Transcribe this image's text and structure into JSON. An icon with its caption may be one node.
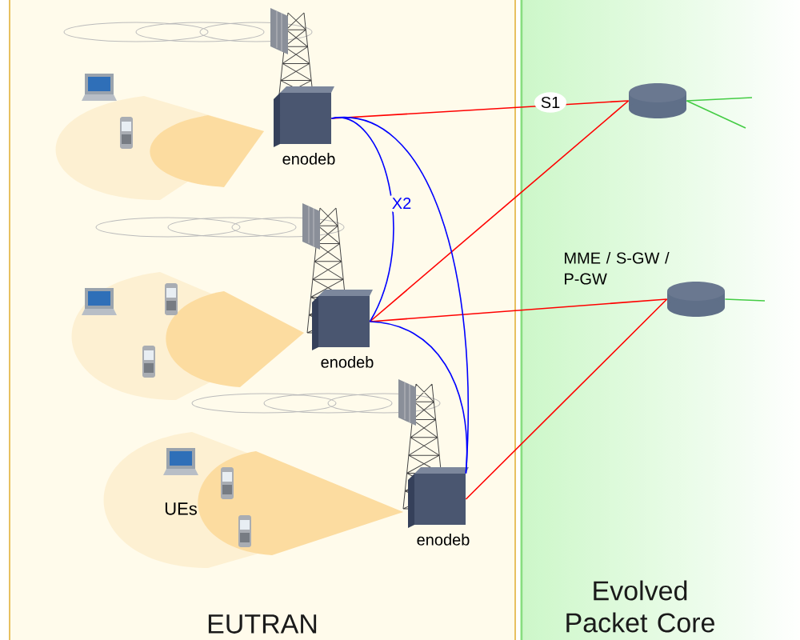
{
  "diagram": {
    "nodes": [
      {
        "text": [
          "EUTRAN"
        ]
      },
      {
        "text": [
          "Evolved Packet Core"
        ]
      },
      {
        "text": [
          "enodeb"
        ],
        "in": 0
      },
      {
        "text": [
          "enodeb"
        ],
        "in": 0
      },
      {
        "text": [
          "enodeb"
        ],
        "in": 0
      },
      {
        "text": [],
        "shape": "cylinder",
        "in": 1
      },
      {
        "text": [
          "MME / S-GW / P-GW"
        ],
        "in": 1
      }
    ],
    "edges": [
      {
        "from": 2,
        "to": 5,
        "arrow": "none",
        "label": "S1",
        "color": "#ff0000"
      },
      {
        "from": 3,
        "to": 5,
        "arrow": "none",
        "color": "#ff0000"
      },
      {
        "from": 3,
        "to": 6,
        "arrow": "none",
        "color": "#ff0000"
      },
      {
        "from": 4,
        "to": 6,
        "arrow": "none",
        "color": "#ff0000"
      },
      {
        "from": 2,
        "to": 3,
        "arrow": "none",
        "label": "X2",
        "color": "#0000ff"
      },
      {
        "from": 2,
        "to": 4,
        "arrow": "none",
        "color": "#0000ff"
      },
      {
        "from": 3,
        "to": 4,
        "arrow": "none",
        "color": "#0000ff"
      },
      {
        "from": 5,
        "to": null,
        "arrow": "none",
        "color": "#44cc44"
      },
      {
        "from": 5,
        "to": null,
        "arrow": "none",
        "color": "#44cc44"
      },
      {
        "from": 6,
        "to": null,
        "arrow": "none",
        "color": "#44cc44"
      }
    ],
    "labels": [
      "UEs"
    ]
  }
}
